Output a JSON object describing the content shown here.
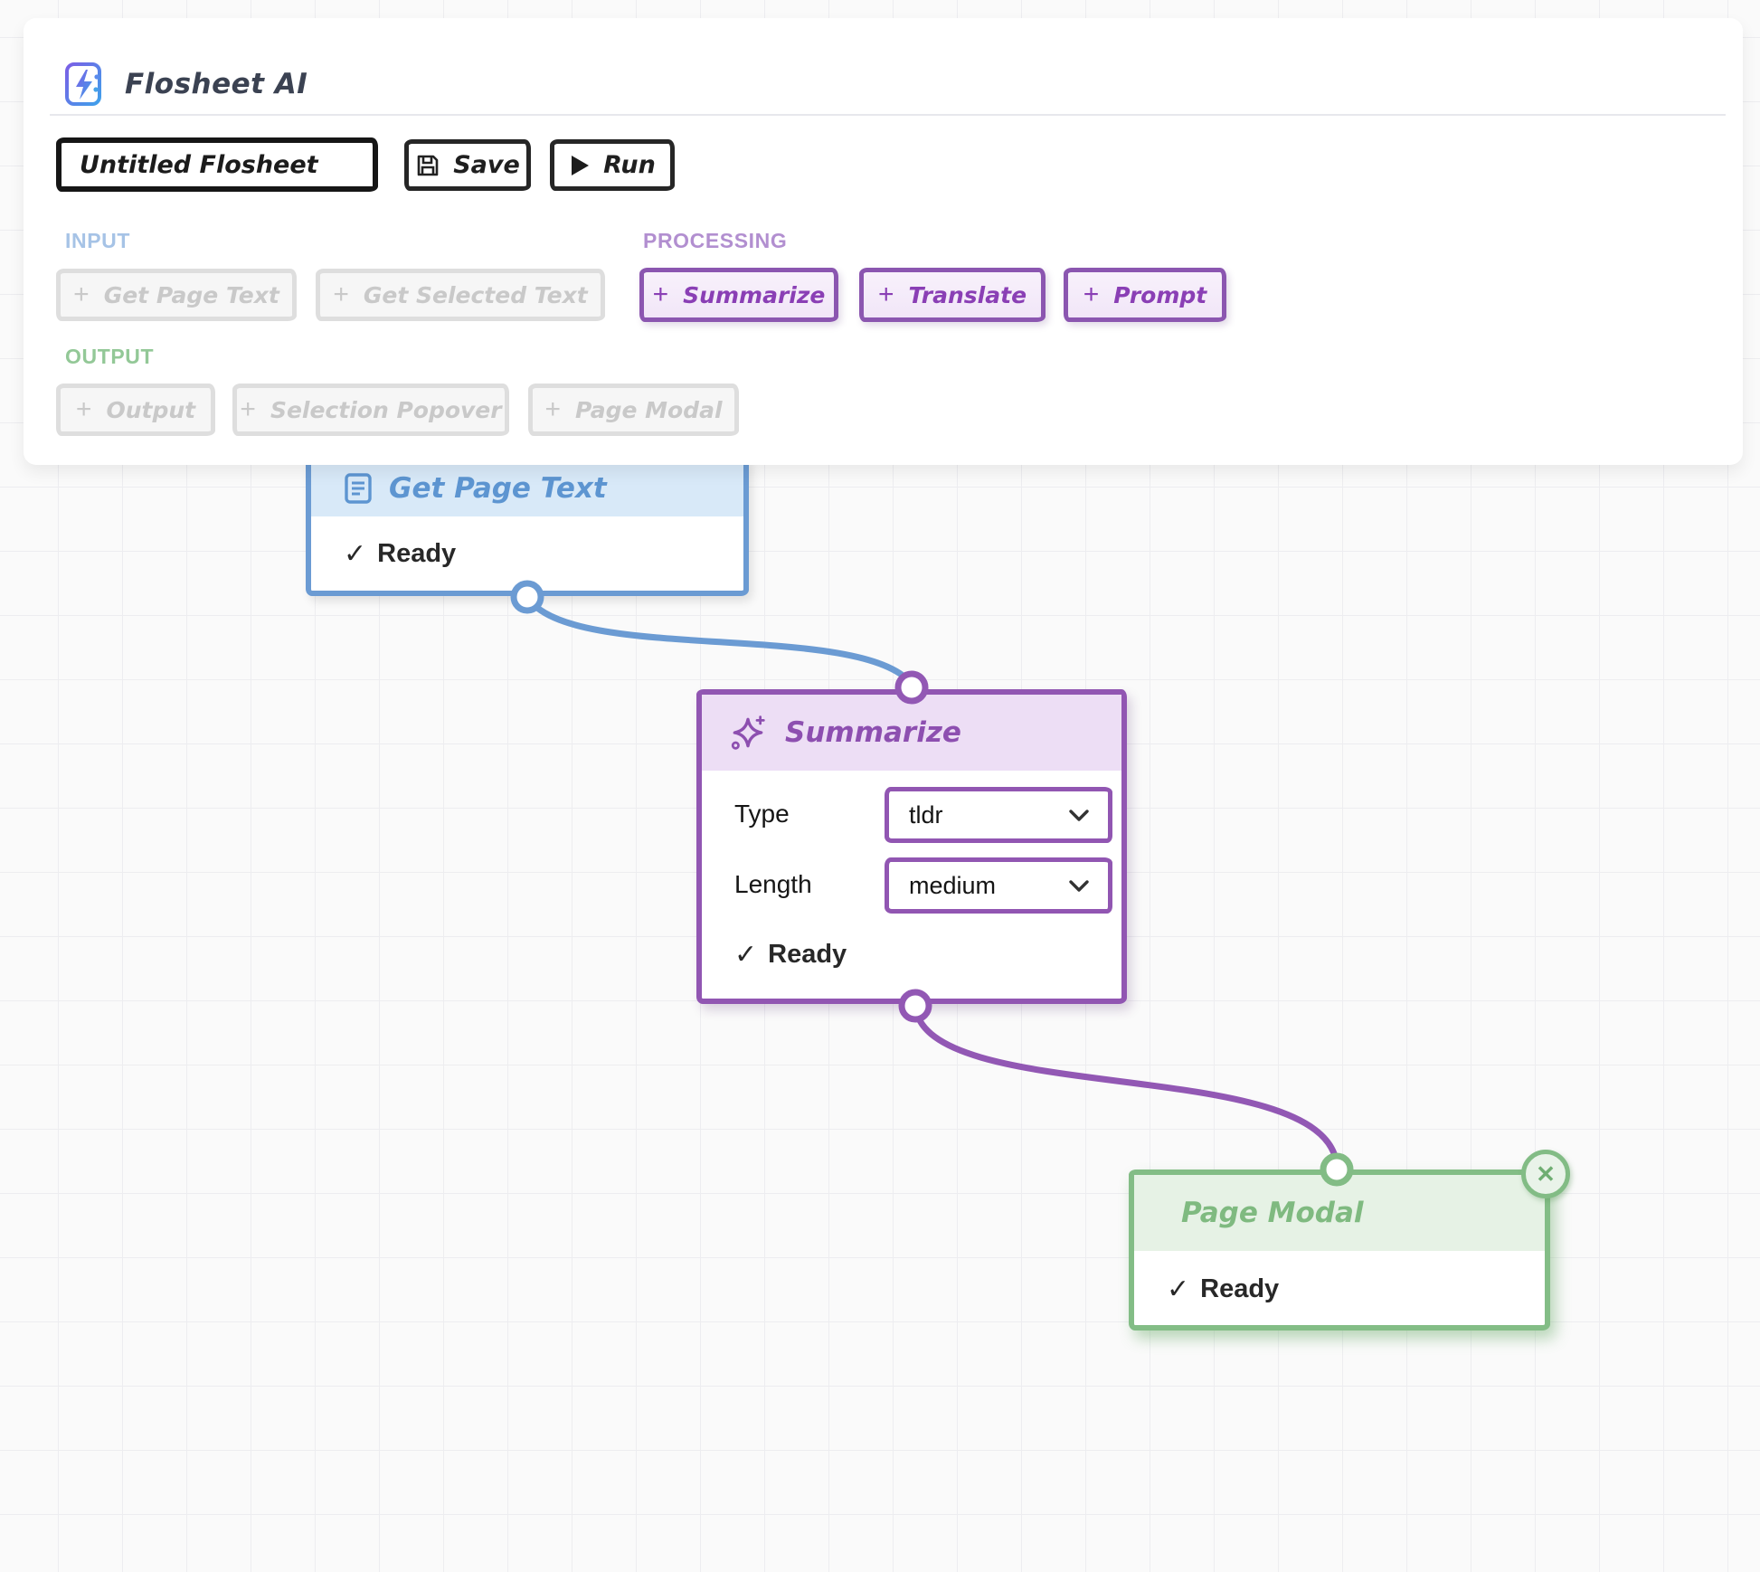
{
  "app": {
    "title": "Flosheet AI"
  },
  "toolbar": {
    "flosheet_name_value": "Untitled Flosheet",
    "save_label": "Save",
    "run_label": "Run"
  },
  "glyphs": {
    "plus": "+",
    "check": "✓",
    "close": "✕"
  },
  "palette": {
    "input": {
      "label": "INPUT",
      "color": "#a6c3e6",
      "buttons": [
        {
          "label": "Get Page Text",
          "enabled": false
        },
        {
          "label": "Get Selected Text",
          "enabled": false
        }
      ]
    },
    "processing": {
      "label": "PROCESSING",
      "color": "#b28fd0",
      "buttons": [
        {
          "label": "Summarize",
          "enabled": true
        },
        {
          "label": "Translate",
          "enabled": true
        },
        {
          "label": "Prompt",
          "enabled": true
        }
      ]
    },
    "output": {
      "label": "OUTPUT",
      "color": "#93c897",
      "buttons": [
        {
          "label": "Output",
          "enabled": false
        },
        {
          "label": "Selection Popover",
          "enabled": false
        },
        {
          "label": "Page Modal",
          "enabled": false
        }
      ]
    }
  },
  "canvas": {
    "nodes": [
      {
        "id": "get-page-text",
        "title": "Get Page Text",
        "status": "Ready",
        "accent": "#6b9bd3"
      },
      {
        "id": "summarize",
        "title": "Summarize",
        "status": "Ready",
        "accent": "#9156b2",
        "fields": [
          {
            "label": "Type",
            "value": "tldr"
          },
          {
            "label": "Length",
            "value": "medium"
          }
        ]
      },
      {
        "id": "page-modal",
        "title": "Page Modal",
        "status": "Ready",
        "accent": "#82bc85"
      }
    ]
  }
}
